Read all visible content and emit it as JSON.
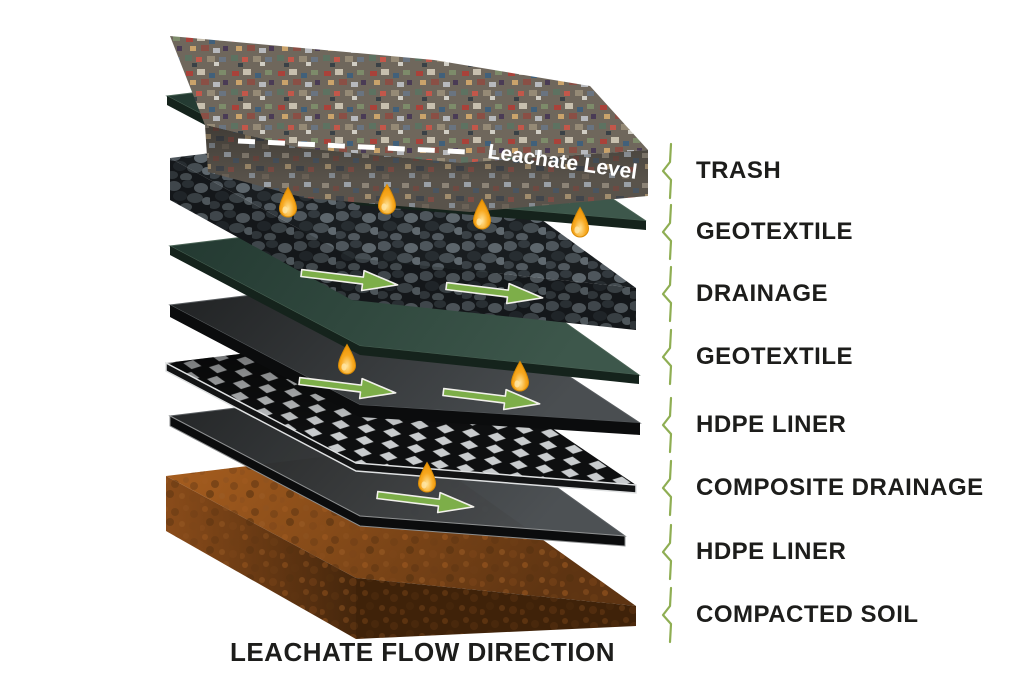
{
  "title": "LEACHATE FLOW DIRECTION",
  "diagram": {
    "leachate_level_label": "Leachate Level",
    "layer_labels": [
      "TRASH",
      "GEOTEXTILE",
      "DRAINAGE",
      "GEOTEXTILE",
      "HDPE LINER",
      "COMPOSITE DRAINAGE",
      "HDPE LINER",
      "COMPACTED SOIL"
    ]
  },
  "colors": {
    "label_text": "#1d1d1b",
    "bracket_green": "#8fae53",
    "arrow_green": "#7dae49",
    "arrow_outline": "#f2f1ec",
    "droplet_orange": "#f6a41c",
    "droplet_highlight": "#ffe49a",
    "geotextile_green": "#2e463b",
    "hdpe_gray": "#303335",
    "soil_brown": "#8a4f1e",
    "trash_base": "#6f675c",
    "gravel_dark": "#23282c",
    "mesh_light": "#c9ccce",
    "leachate_text": "#ffffff",
    "background": "#ffffff"
  }
}
